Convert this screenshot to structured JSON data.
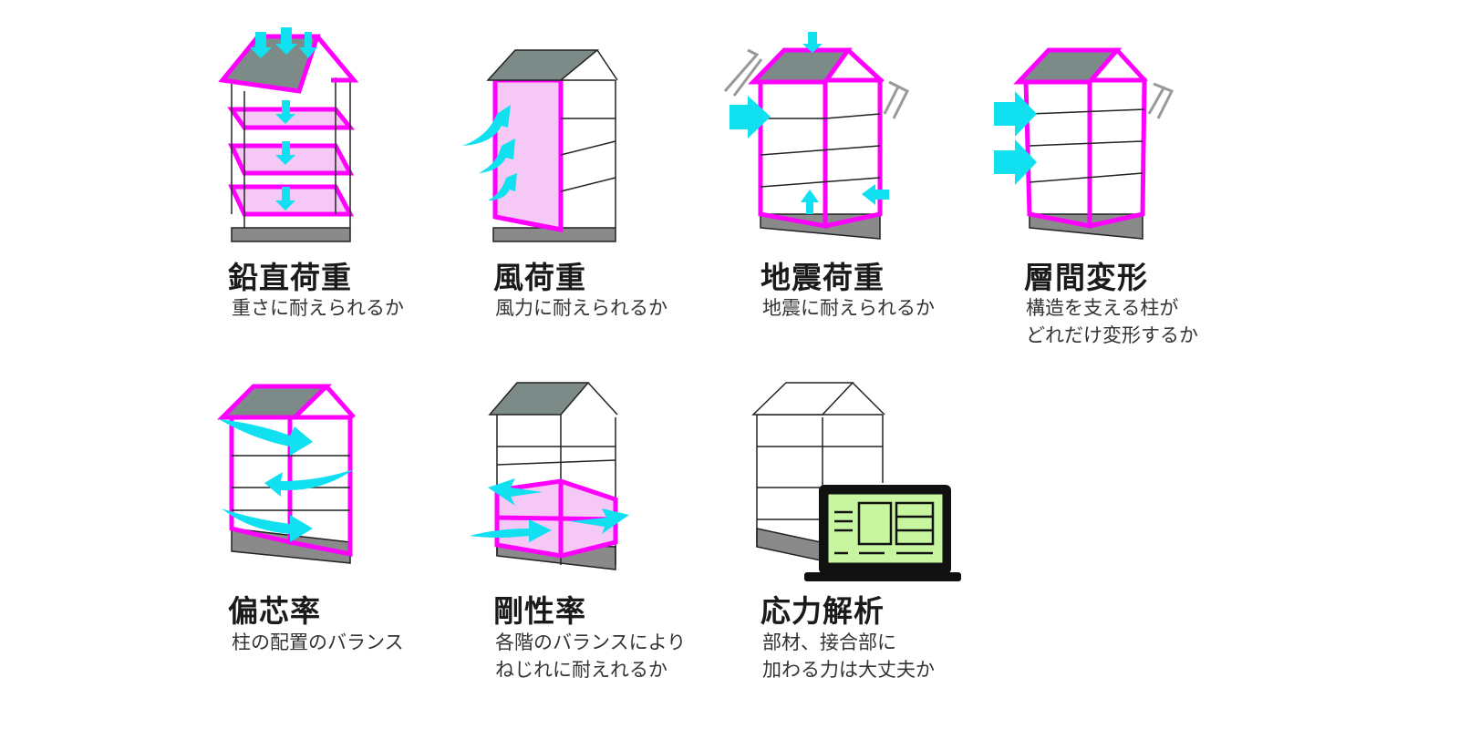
{
  "colors": {
    "frame": "#ff00ff",
    "arrow": "#11e0f0",
    "roof": "#7d8b88",
    "fill": "#f6c8f6",
    "base": "#8a8a8a",
    "screen": "#c8f5a0"
  },
  "items": [
    {
      "title": "鉛直荷重",
      "desc": [
        "重さに耐えられるか"
      ],
      "icon": "vertical-load-building-icon"
    },
    {
      "title": "風荷重",
      "desc": [
        "風力に耐えられるか"
      ],
      "icon": "wind-load-building-icon"
    },
    {
      "title": "地震荷重",
      "desc": [
        "地震に耐えられるか"
      ],
      "icon": "seismic-load-building-icon"
    },
    {
      "title": "層間変形",
      "desc": [
        "構造を支える柱が",
        "どれだけ変形するか"
      ],
      "icon": "story-drift-building-icon"
    },
    {
      "title": "偏芯率",
      "desc": [
        "柱の配置のバランス"
      ],
      "icon": "eccentricity-building-icon"
    },
    {
      "title": "剛性率",
      "desc": [
        "各階のバランスにより",
        "ねじれに耐えれるか"
      ],
      "icon": "rigidity-building-icon"
    },
    {
      "title": "応力解析",
      "desc": [
        "部材、接合部に",
        "加わる力は大丈夫か"
      ],
      "icon": "stress-analysis-laptop-icon"
    }
  ]
}
